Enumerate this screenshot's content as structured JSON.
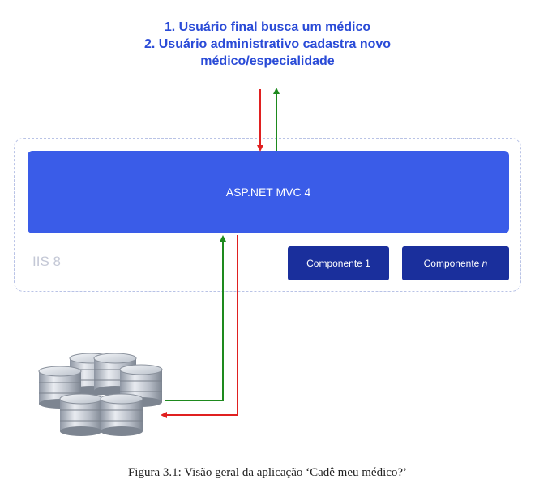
{
  "header": {
    "line1": "1. Usuário final busca um médico",
    "line2": "2. Usuário administrativo cadastra novo",
    "line3": "médico/especialidade"
  },
  "server": {
    "label": "IIS 8"
  },
  "app": {
    "label": "ASP.NET MVC 4"
  },
  "components": [
    {
      "label": "Componente 1"
    },
    {
      "label_prefix": "Componente ",
      "label_italic": "n"
    }
  ],
  "caption": "Figura 3.1: Visão geral da aplicação ‘Cadê meu médico?’",
  "colors": {
    "header_text": "#2a4bd7",
    "app_fill": "#3a5ce8",
    "component_fill": "#1a2f9c",
    "request_arrow": "#e02020",
    "response_arrow": "#1e8a1e"
  }
}
